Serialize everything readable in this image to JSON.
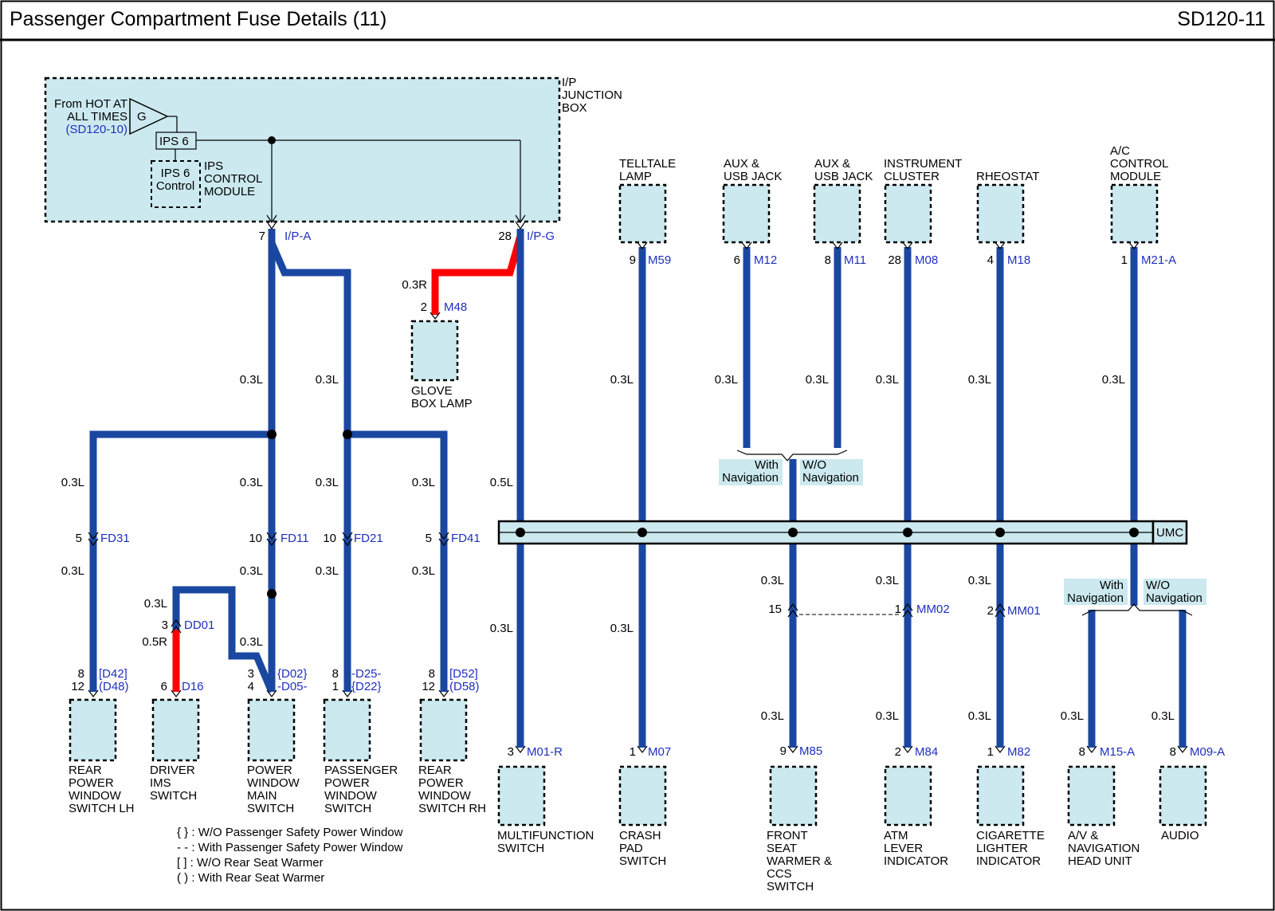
{
  "header": {
    "title": "Passenger Compartment Fuse Details (11)",
    "code": "SD120-11"
  },
  "junction_box": {
    "label": [
      "I/P",
      "JUNCTION",
      "BOX"
    ]
  },
  "source": {
    "label": [
      "From HOT AT",
      "ALL TIMES"
    ],
    "ref": "(SD120-10)",
    "symbol": "G"
  },
  "ips6": {
    "label": "IPS 6",
    "control": [
      "IPS 6",
      "Control"
    ],
    "module_label": [
      "IPS",
      "CONTROL",
      "MODULE"
    ]
  },
  "umc": {
    "label": "UMC"
  },
  "connectors": {
    "ipa": {
      "pin": "7",
      "name": "I/P-A"
    },
    "ipg": {
      "pin": "28",
      "name": "I/P-G"
    },
    "m48": {
      "pin": "2",
      "name": "M48"
    },
    "m59": {
      "pin": "9",
      "name": "M59"
    },
    "m12": {
      "pin": "6",
      "name": "M12"
    },
    "m11": {
      "pin": "8",
      "name": "M11"
    },
    "m08": {
      "pin": "28",
      "name": "M08"
    },
    "m18": {
      "pin": "4",
      "name": "M18"
    },
    "m21a": {
      "pin": "1",
      "name": "M21-A"
    },
    "fd31": {
      "pin": "5",
      "name": "FD31"
    },
    "fd11": {
      "pin": "10",
      "name": "FD11"
    },
    "fd21": {
      "pin": "10",
      "name": "FD21"
    },
    "fd41": {
      "pin": "5",
      "name": "FD41"
    },
    "dd01": {
      "pin": "3",
      "name": "DD01"
    },
    "d16": {
      "pin": "6",
      "name": "D16"
    },
    "d42": {
      "pin": "8",
      "name": "[D42]"
    },
    "d48": {
      "pin": "12",
      "name": "(D48)"
    },
    "d02": {
      "pin": "3",
      "name": "{D02}"
    },
    "d05": {
      "pin": "4",
      "name": "-D05-"
    },
    "d25": {
      "pin": "8",
      "name": "-D25-"
    },
    "d22": {
      "pin": "1",
      "name": "{D22}"
    },
    "d52": {
      "pin": "8",
      "name": "[D52]"
    },
    "d58": {
      "pin": "12",
      "name": "(D58)"
    },
    "m01r": {
      "pin": "3",
      "name": "M01-R"
    },
    "m07": {
      "pin": "1",
      "name": "M07"
    },
    "m85": {
      "pin": "9",
      "name": "M85"
    },
    "m84": {
      "pin": "2",
      "name": "M84"
    },
    "m82": {
      "pin": "1",
      "name": "M82"
    },
    "m15a": {
      "pin": "8",
      "name": "M15-A"
    },
    "m09a": {
      "pin": "8",
      "name": "M09-A"
    },
    "mm02": {
      "pin": "1",
      "name": "MM02"
    },
    "mm01": {
      "pin": "2",
      "name": "MM01"
    },
    "p15": {
      "pin": "15"
    }
  },
  "wire_gauges": {
    "blue_03": "0.3L",
    "blue_05": "0.5L",
    "red_03": "0.3R",
    "red_05": "0.5R"
  },
  "navigation": {
    "with": [
      "With",
      "Navigation"
    ],
    "without": [
      "W/O",
      "Navigation"
    ]
  },
  "components": {
    "telltale": [
      "TELLTALE",
      "LAMP"
    ],
    "aux1": [
      "AUX &",
      "USB JACK"
    ],
    "aux2": [
      "AUX &",
      "USB JACK"
    ],
    "cluster": [
      "INSTRUMENT",
      "CLUSTER"
    ],
    "rheostat": [
      "RHEOSTAT"
    ],
    "ac": [
      "A/C",
      "CONTROL",
      "MODULE"
    ],
    "glove": [
      "GLOVE",
      "BOX LAMP"
    ],
    "rear_lh": [
      "REAR",
      "POWER",
      "WINDOW",
      "SWITCH LH"
    ],
    "ims": [
      "DRIVER",
      "IMS",
      "SWITCH"
    ],
    "pw_main": [
      "POWER",
      "WINDOW",
      "MAIN",
      "SWITCH"
    ],
    "pass_pw": [
      "PASSENGER",
      "POWER",
      "WINDOW",
      "SWITCH"
    ],
    "rear_rh": [
      "REAR",
      "POWER",
      "WINDOW",
      "SWITCH RH"
    ],
    "multifunction": [
      "MULTIFUNCTION",
      "SWITCH"
    ],
    "crash": [
      "CRASH",
      "PAD",
      "SWITCH"
    ],
    "seat_warmer": [
      "FRONT",
      "SEAT",
      "WARMER &",
      "CCS",
      "SWITCH"
    ],
    "atm": [
      "ATM",
      "LEVER",
      "INDICATOR"
    ],
    "cigarette": [
      "CIGARETTE",
      "LIGHTER",
      "INDICATOR"
    ],
    "av": [
      "A/V &",
      "NAVIGATION",
      "HEAD UNIT"
    ],
    "audio": [
      "AUDIO"
    ]
  },
  "legend": [
    "{ } : W/O Passenger Safety Power Window",
    "- - : With Passenger Safety Power Window",
    "[ ] : W/O Rear Seat Warmer",
    "( ) : With Rear Seat Warmer"
  ]
}
